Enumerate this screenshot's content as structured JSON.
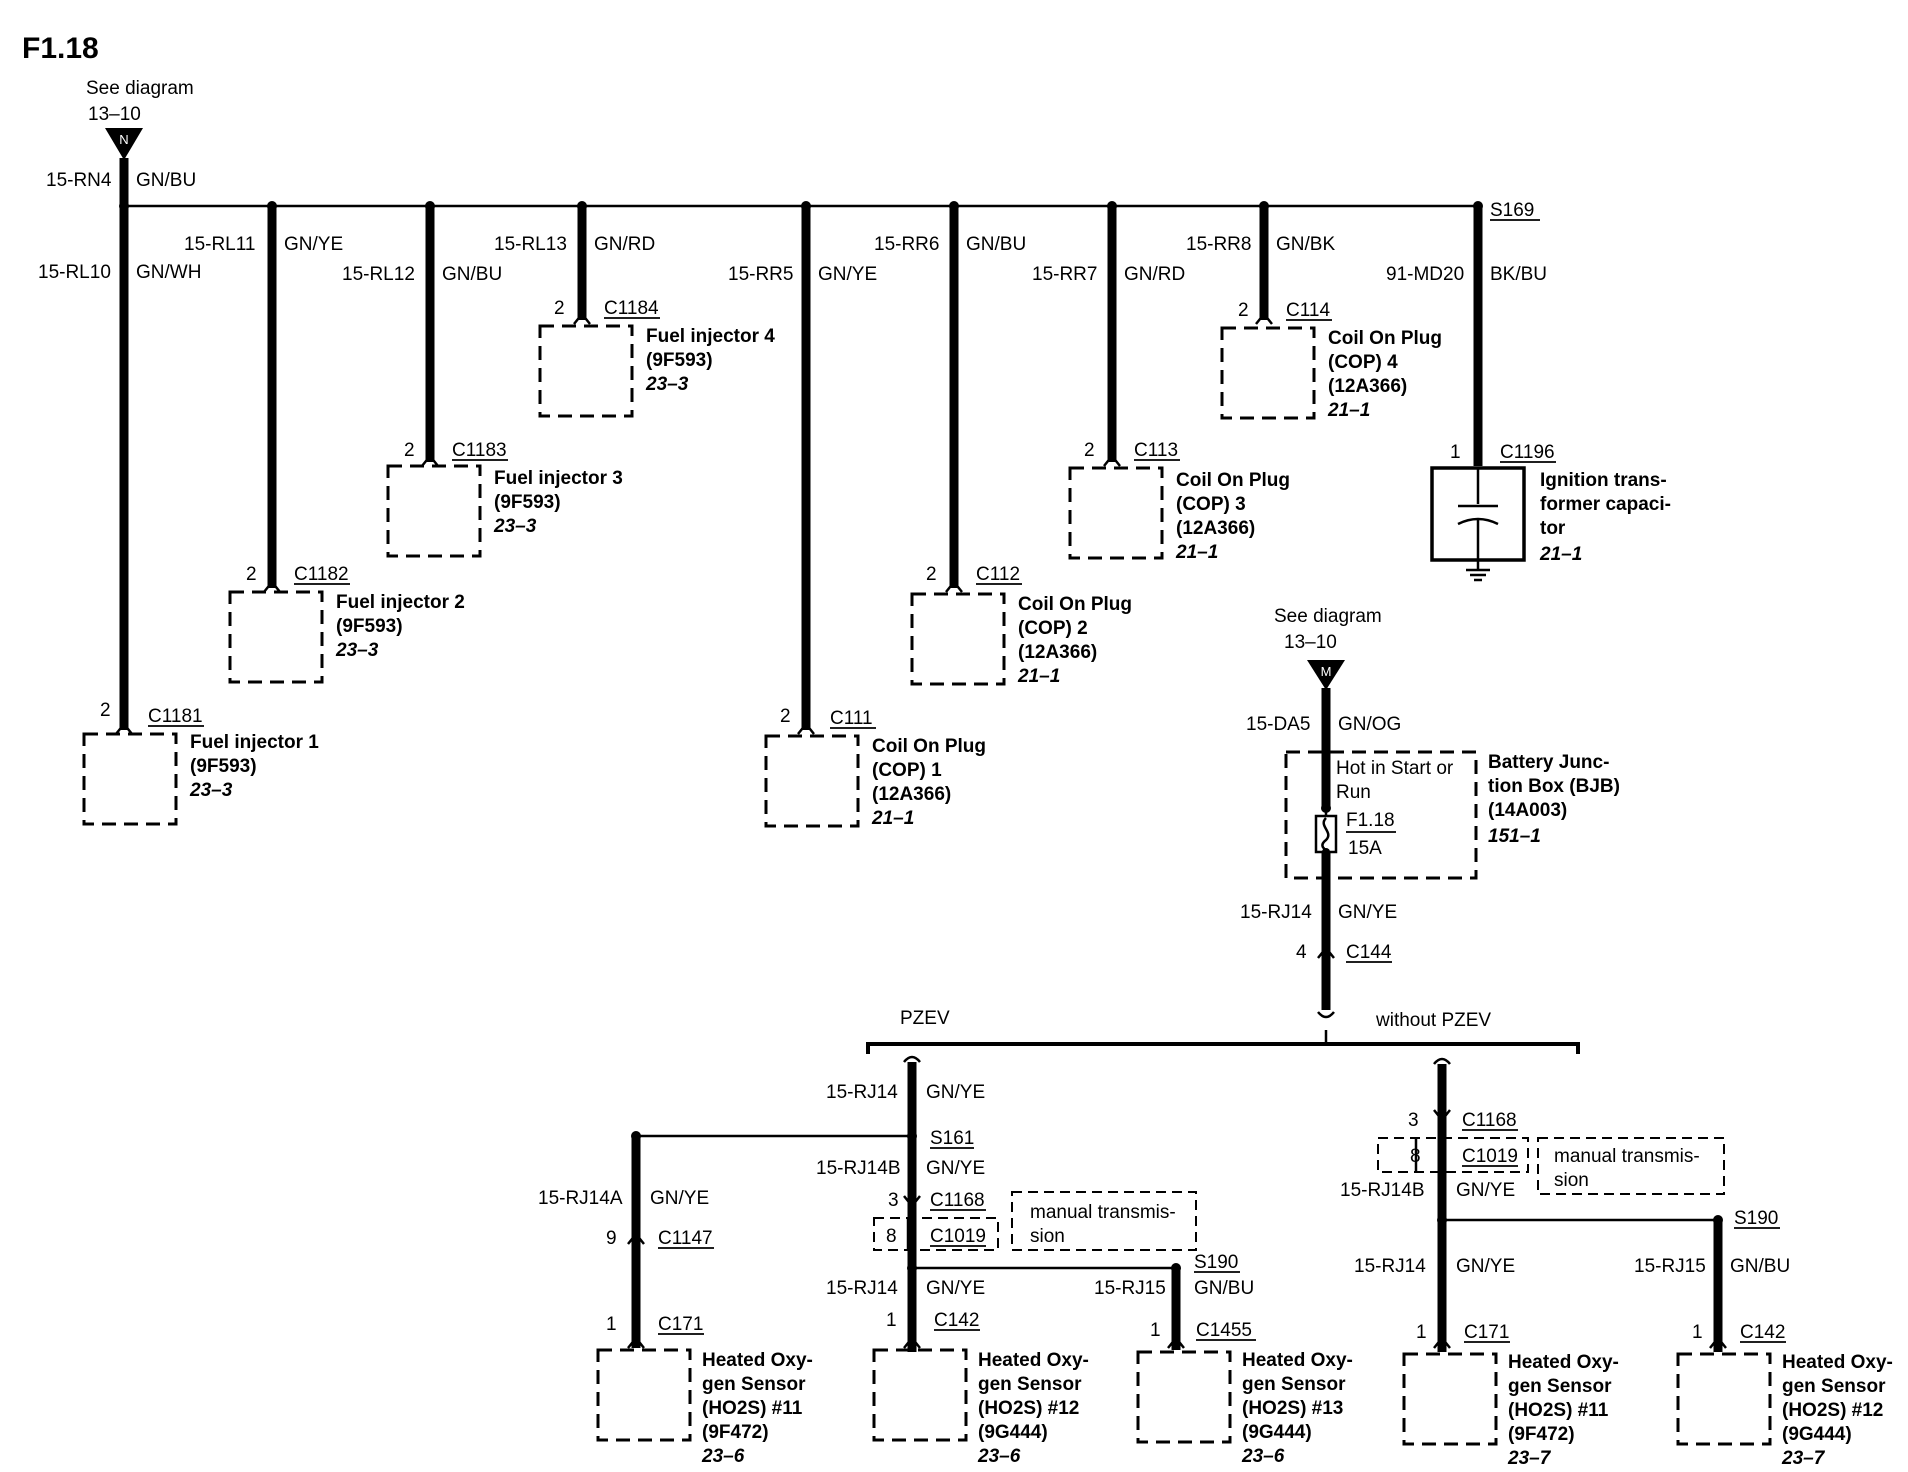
{
  "title": "F1.18",
  "see_diagram_top": {
    "line1": "See diagram",
    "line2": "13–10",
    "badge": "N"
  },
  "see_diagram_mid": {
    "line1": "See diagram",
    "line2": "13–10",
    "badge": "M"
  },
  "feed": {
    "circuit": "15-RN4",
    "color": "GN/BU"
  },
  "splice_top": "S169",
  "branches": [
    {
      "circuit": "15-RL10",
      "color": "GN/WH",
      "pin": "2",
      "connector": "C1181",
      "name": "Fuel injector 1",
      "part": "(9F593)",
      "ref": "23–3"
    },
    {
      "circuit": "15-RL11",
      "color": "GN/YE",
      "pin": "2",
      "connector": "C1182",
      "name": "Fuel injector 2",
      "part": "(9F593)",
      "ref": "23–3"
    },
    {
      "circuit": "15-RL12",
      "color": "GN/BU",
      "pin": "2",
      "connector": "C1183",
      "name": "Fuel injector 3",
      "part": "(9F593)",
      "ref": "23–3"
    },
    {
      "circuit": "15-RL13",
      "color": "GN/RD",
      "pin": "2",
      "connector": "C1184",
      "name": "Fuel injector 4",
      "part": "(9F593)",
      "ref": "23–3"
    },
    {
      "circuit": "15-RR5",
      "color": "GN/YE",
      "pin": "2",
      "connector": "C111",
      "name": "Coil On Plug",
      "name2": "(COP) 1",
      "part": "(12A366)",
      "ref": "21–1"
    },
    {
      "circuit": "15-RR6",
      "color": "GN/BU",
      "pin": "2",
      "connector": "C112",
      "name": "Coil On Plug",
      "name2": "(COP) 2",
      "part": "(12A366)",
      "ref": "21–1"
    },
    {
      "circuit": "15-RR7",
      "color": "GN/RD",
      "pin": "2",
      "connector": "C113",
      "name": "Coil On Plug",
      "name2": "(COP) 3",
      "part": "(12A366)",
      "ref": "21–1"
    },
    {
      "circuit": "15-RR8",
      "color": "GN/BK",
      "pin": "2",
      "connector": "C114",
      "name": "Coil On Plug",
      "name2": "(COP) 4",
      "part": "(12A366)",
      "ref": "21–1"
    },
    {
      "circuit": "91-MD20",
      "color": "BK/BU",
      "pin": "1",
      "connector": "C1196",
      "name": "Ignition trans-",
      "name2": "former capaci-",
      "name3": "tor",
      "ref": "21–1"
    }
  ],
  "bjb": {
    "circuit_in": "15-DA5",
    "color_in": "GN/OG",
    "hot_line1": "Hot in Start or",
    "hot_line2": "Run",
    "fuse": "F1.18",
    "amps": "15A",
    "name1": "Battery Junc-",
    "name2": "tion Box (BJB)",
    "part": "(14A003)",
    "ref": "151–1",
    "circuit_out": "15-RJ14",
    "color_out": "GN/YE",
    "pin": "4",
    "connector": "C144"
  },
  "pzev": {
    "label": "PZEV",
    "circuit": "15-RJ14",
    "color": "GN/YE",
    "splice": "S161",
    "branch_a": {
      "circuit": "15-RJ14A",
      "color": "GN/YE",
      "pin_mid": "9",
      "connector_mid": "C1147",
      "pin": "1",
      "connector": "C171",
      "name": [
        "Heated Oxy-",
        "gen Sensor",
        "(HO2S) #11",
        "(9F472)"
      ],
      "ref": "23–6"
    },
    "main": {
      "circuit": "15-RJ14B",
      "color": "GN/YE",
      "pin_a": "3",
      "connector_a": "C1168",
      "pin_b": "8",
      "connector_b": "C1019",
      "note1": "manual transmis-",
      "note2": "sion",
      "circuit2": "15-RJ14",
      "color2": "GN/YE",
      "pin": "1",
      "connector": "C142",
      "name": [
        "Heated Oxy-",
        "gen Sensor",
        "(HO2S) #12",
        "(9G444)"
      ],
      "ref": "23–6"
    },
    "branch_c": {
      "splice": "S190",
      "circuit": "15-RJ15",
      "color": "GN/BU",
      "pin": "1",
      "connector": "C1455",
      "name": [
        "Heated Oxy-",
        "gen Sensor",
        "(HO2S) #13",
        "(9G444)"
      ],
      "ref": "23–6"
    }
  },
  "non_pzev": {
    "label": "without PZEV",
    "pin_a": "3",
    "connector_a": "C1168",
    "pin_b": "8",
    "connector_b": "C1019",
    "note1": "manual transmis-",
    "note2": "sion",
    "circuit": "15-RJ14B",
    "color": "GN/YE",
    "left": {
      "circuit": "15-RJ14",
      "color": "GN/YE",
      "pin": "1",
      "connector": "C171",
      "name": [
        "Heated Oxy-",
        "gen Sensor",
        "(HO2S) #11",
        "(9F472)"
      ],
      "ref": "23–7"
    },
    "right": {
      "splice": "S190",
      "circuit": "15-RJ15",
      "color": "GN/BU",
      "pin": "1",
      "connector": "C142",
      "name": [
        "Heated Oxy-",
        "gen Sensor",
        "(HO2S) #12",
        "(9G444)"
      ],
      "ref": "23–7"
    }
  }
}
